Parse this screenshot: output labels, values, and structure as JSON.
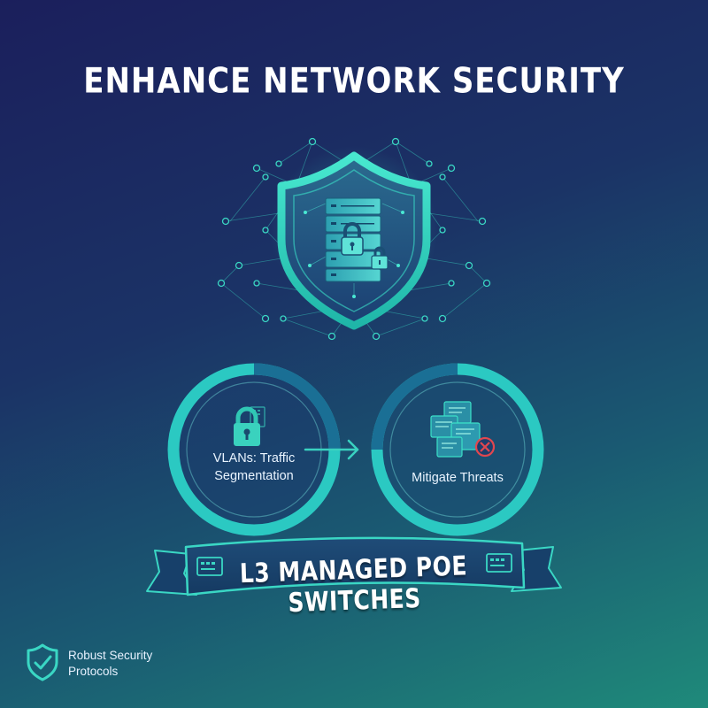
{
  "title": "ENHANCE NETWORK SECURITY",
  "circles": [
    {
      "line1": "VLANs: Traffic",
      "line2": "Segmentation",
      "icon": "padlock-icon"
    },
    {
      "line1": "Mitigate Threats",
      "icon": "threat-documents-icon"
    }
  ],
  "banner": {
    "text": "L3 MANAGED POE SWITCHES"
  },
  "footer": {
    "line1": "Robust Security",
    "line2": "Protocols",
    "icon": "shield-check-icon"
  },
  "colors": {
    "accent": "#2ee0b8",
    "ring": "#2bc9c2",
    "ring_dark": "#1a6f95",
    "bg_top": "#1b1f5c",
    "bg_bottom": "#1f8a7a"
  }
}
